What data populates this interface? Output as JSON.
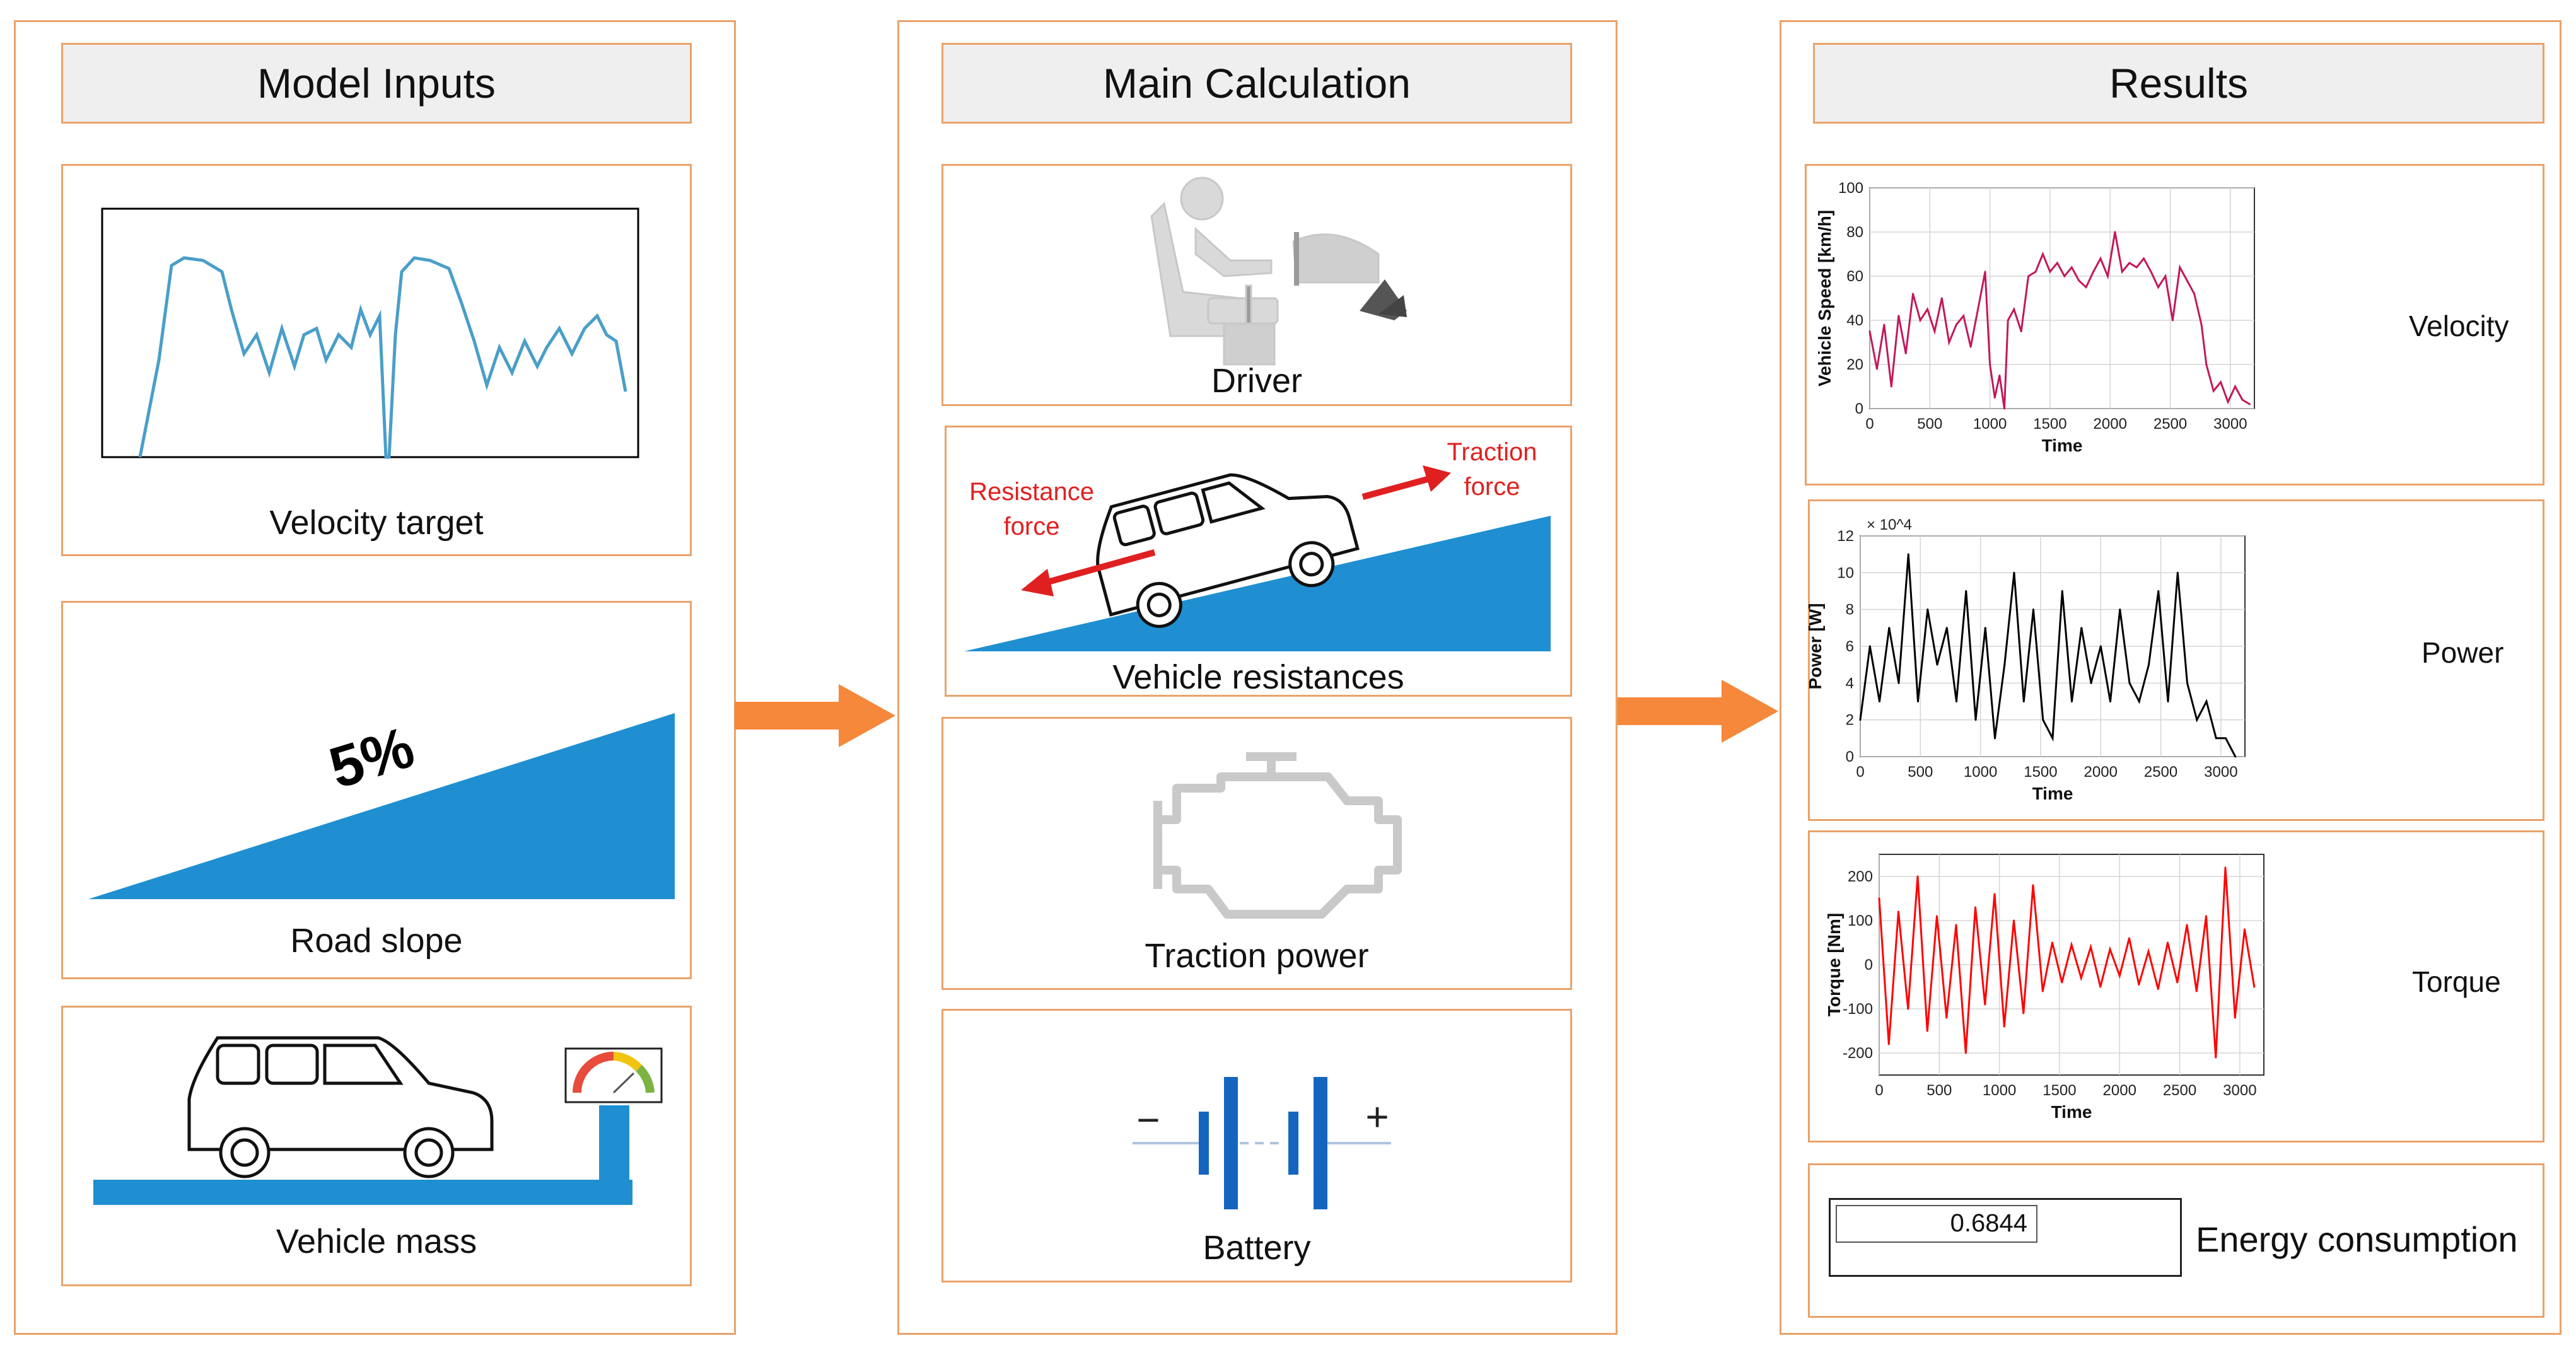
{
  "columns": {
    "inputs": {
      "title": "Model Inputs",
      "items": [
        {
          "label": "Velocity target"
        },
        {
          "label": "Road slope",
          "slope_text": "5%"
        },
        {
          "label": "Vehicle mass"
        }
      ]
    },
    "calc": {
      "title": "Main Calculation",
      "items": [
        {
          "label": "Driver"
        },
        {
          "label": "Vehicle resistances",
          "resistance_text_1": "Resistance",
          "resistance_text_2": "force",
          "traction_text_1": "Traction",
          "traction_text_2": "force"
        },
        {
          "label": "Traction power"
        },
        {
          "label": "Battery",
          "minus": "−",
          "plus": "+"
        }
      ]
    },
    "results": {
      "title": "Results",
      "items": [
        {
          "label": "Velocity"
        },
        {
          "label": "Power"
        },
        {
          "label": "Torque"
        },
        {
          "label": "Energy consumption",
          "value": "0.6844"
        }
      ]
    }
  },
  "colors": {
    "border": "#e8a36b",
    "header_bg": "#efefef",
    "arrow": "#f5883a",
    "slope_blue": "#1f8fd1",
    "velocity_line": "#4a9ec9",
    "result_velocity": "#c2185b",
    "result_power": "#000000",
    "result_torque": "#ff0000",
    "force_arrow": "#e02020",
    "battery_blue": "#1565c0"
  },
  "chart_data": [
    {
      "type": "line",
      "name": "velocity-result",
      "xlabel": "Time",
      "ylabel": "Vehicle Speed [km/h]",
      "xlim": [
        0,
        3200
      ],
      "ylim": [
        0,
        100
      ],
      "xticks": [
        "0",
        "500",
        "1000",
        "1500",
        "2000",
        "2500",
        "3000"
      ],
      "yticks": [
        "0",
        "20",
        "40",
        "60",
        "80",
        "100"
      ],
      "grid": true,
      "x": [
        0,
        60,
        120,
        180,
        240,
        300,
        360,
        420,
        480,
        540,
        600,
        660,
        720,
        780,
        840,
        900,
        960,
        1000,
        1040,
        1080,
        1120,
        1150,
        1200,
        1260,
        1320,
        1380,
        1440,
        1500,
        1560,
        1620,
        1680,
        1740,
        1800,
        1860,
        1920,
        1980,
        2040,
        2100,
        2160,
        2220,
        2280,
        2340,
        2400,
        2460,
        2520,
        2580,
        2640,
        2700,
        2760,
        2800,
        2860,
        2920,
        2980,
        3040,
        3100,
        3160
      ],
      "y": [
        35,
        18,
        38,
        10,
        42,
        25,
        52,
        40,
        45,
        35,
        50,
        30,
        38,
        42,
        28,
        45,
        62,
        20,
        5,
        15,
        0,
        40,
        45,
        35,
        60,
        62,
        70,
        62,
        66,
        60,
        64,
        58,
        55,
        62,
        68,
        60,
        80,
        62,
        66,
        64,
        68,
        62,
        55,
        60,
        40,
        64,
        58,
        52,
        38,
        20,
        8,
        12,
        3,
        10,
        4,
        2
      ]
    },
    {
      "type": "line",
      "name": "power-result",
      "xlabel": "Time",
      "ylabel": "Power [W]",
      "y_multiplier": "× 10^4",
      "xlim": [
        0,
        3200
      ],
      "ylim": [
        0,
        12
      ],
      "xticks": [
        "0",
        "500",
        "1000",
        "1500",
        "2000",
        "2500",
        "3000"
      ],
      "yticks": [
        "0",
        "2",
        "4",
        "6",
        "8",
        "10",
        "12"
      ],
      "grid": true,
      "x": [
        0,
        80,
        160,
        240,
        320,
        400,
        480,
        560,
        640,
        720,
        800,
        880,
        960,
        1040,
        1120,
        1200,
        1280,
        1360,
        1440,
        1520,
        1600,
        1680,
        1760,
        1840,
        1920,
        2000,
        2080,
        2160,
        2240,
        2320,
        2400,
        2480,
        2560,
        2640,
        2720,
        2800,
        2880,
        2960,
        3040,
        3120
      ],
      "y": [
        2,
        6,
        3,
        7,
        4,
        11,
        3,
        8,
        5,
        7,
        3,
        9,
        2,
        7,
        1,
        5,
        10,
        3,
        8,
        2,
        1,
        9,
        3,
        7,
        4,
        6,
        3,
        8,
        4,
        3,
        5,
        9,
        3,
        10,
        4,
        2,
        3,
        1,
        1,
        0
      ]
    },
    {
      "type": "line",
      "name": "torque-result",
      "xlabel": "Time",
      "ylabel": "Torque [Nm]",
      "xlim": [
        0,
        3200
      ],
      "ylim": [
        -250,
        250
      ],
      "xticks": [
        "0",
        "500",
        "1000",
        "1500",
        "2000",
        "2500",
        "3000"
      ],
      "yticks": [
        "-200",
        "-100",
        "0",
        "100",
        "200"
      ],
      "grid": true,
      "x": [
        0,
        80,
        160,
        240,
        320,
        400,
        480,
        560,
        640,
        720,
        800,
        880,
        960,
        1040,
        1120,
        1200,
        1280,
        1360,
        1440,
        1520,
        1600,
        1680,
        1760,
        1840,
        1920,
        2000,
        2080,
        2160,
        2240,
        2320,
        2400,
        2480,
        2560,
        2640,
        2720,
        2800,
        2880,
        2960,
        3040,
        3120
      ],
      "y": [
        150,
        -180,
        120,
        -100,
        200,
        -150,
        110,
        -120,
        90,
        -200,
        130,
        -90,
        160,
        -140,
        100,
        -110,
        180,
        -60,
        50,
        -40,
        45,
        -30,
        40,
        -50,
        35,
        -25,
        60,
        -45,
        30,
        -55,
        50,
        -40,
        90,
        -60,
        110,
        -210,
        220,
        -120,
        80,
        -50
      ]
    }
  ]
}
